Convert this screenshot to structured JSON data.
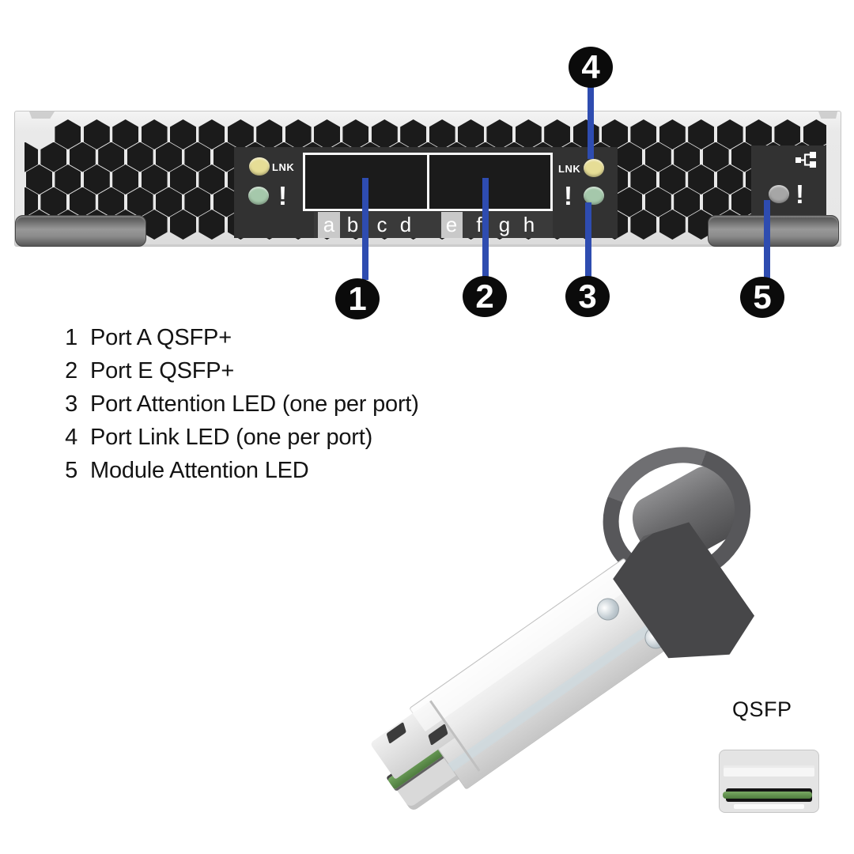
{
  "colors": {
    "accent_blue": "#2e4cb0",
    "led_yellow": "#e6dd96",
    "led_green": "#a5c8ab",
    "led_gray": "#a6a6a6",
    "panel_dark": "#323232",
    "hex_vent": "#1b1b1b"
  },
  "faceplate": {
    "port_letters": [
      "a",
      "b",
      "c",
      "d",
      "e",
      "f",
      "g",
      "h"
    ],
    "led_panel_a": {
      "link_label": "LNK",
      "attention_symbol": "!"
    },
    "led_panel_e": {
      "link_label": "LNK",
      "attention_symbol": "!"
    },
    "module_panel": {
      "attention_symbol": "!",
      "icon": "network-icon"
    }
  },
  "callouts": [
    {
      "num": "1"
    },
    {
      "num": "2"
    },
    {
      "num": "3"
    },
    {
      "num": "4"
    },
    {
      "num": "5"
    }
  ],
  "legend": {
    "items": [
      {
        "num": "1",
        "label": "Port A QSFP+"
      },
      {
        "num": "2",
        "label": "Port E QSFP+"
      },
      {
        "num": "3",
        "label": "Port Attention LED (one per port)"
      },
      {
        "num": "4",
        "label": "Port Link LED (one per port)"
      },
      {
        "num": "5",
        "label": "Module Attention LED"
      }
    ]
  },
  "qsfp": {
    "label": "QSFP"
  }
}
